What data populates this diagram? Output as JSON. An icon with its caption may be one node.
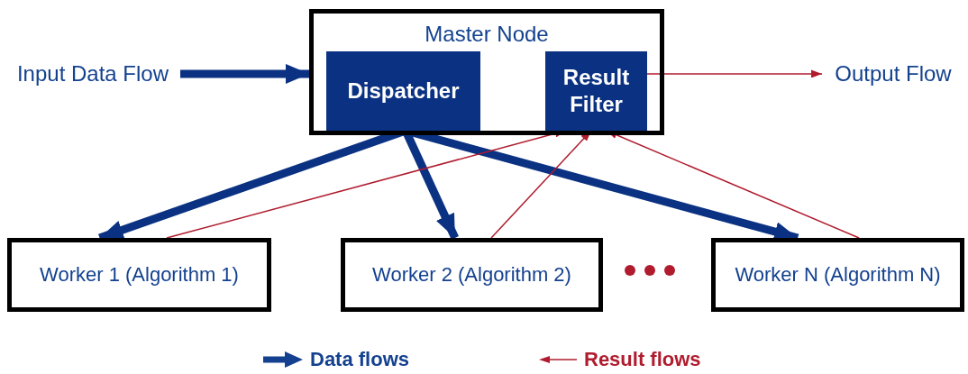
{
  "diagram": {
    "nodes": [
      {
        "text": [
          "Master Node"
        ]
      },
      {
        "text": [
          "Dispatcher"
        ],
        "in": 0
      },
      {
        "text": [
          "Result Filter"
        ],
        "in": 0
      },
      {
        "text": [
          "Input Data Flow"
        ]
      },
      {
        "text": [
          "Output Flow"
        ]
      },
      {
        "text": [
          "Worker 1 (Algorithm 1)"
        ]
      },
      {
        "text": [
          "Worker 2 (Algorithm 2)"
        ]
      },
      {
        "text": [
          "Worker N (Algorithm N)"
        ]
      }
    ],
    "edges": [
      {
        "from": 3,
        "to": 0,
        "arrow": "to",
        "style": "thick",
        "color": "#0b3282"
      },
      {
        "from": 2,
        "to": 4,
        "arrow": "to",
        "color": "#b01c2e"
      },
      {
        "from": 1,
        "to": 5,
        "arrow": "to",
        "style": "thick",
        "color": "#0b3282"
      },
      {
        "from": 1,
        "to": 6,
        "arrow": "to",
        "style": "thick",
        "color": "#0b3282"
      },
      {
        "from": 1,
        "to": 7,
        "arrow": "to",
        "style": "thick",
        "color": "#0b3282"
      },
      {
        "from": 5,
        "to": 2,
        "arrow": "to",
        "color": "#b01c2e"
      },
      {
        "from": 6,
        "to": 2,
        "arrow": "to",
        "color": "#b01c2e"
      },
      {
        "from": 7,
        "to": 2,
        "arrow": "to",
        "color": "#b01c2e"
      }
    ],
    "legend": [
      {
        "text": "Data flows"
      },
      {
        "text": "Result flows"
      }
    ]
  }
}
